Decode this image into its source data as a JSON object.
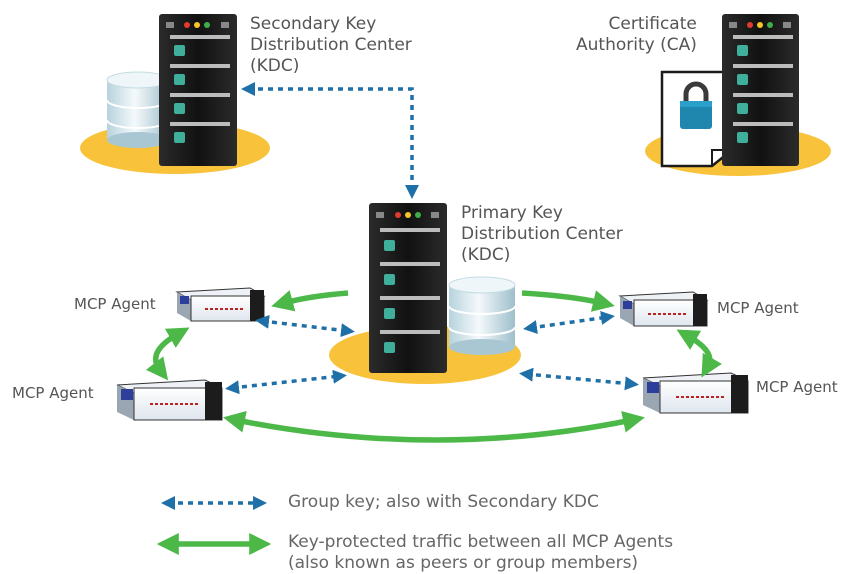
{
  "nodes": {
    "secondary_kdc": {
      "label_lines": [
        "Secondary Key",
        "Distribution Center",
        "(KDC)"
      ]
    },
    "certificate_authority": {
      "label_lines": [
        "Certificate",
        "Authority (CA)"
      ]
    },
    "primary_kdc": {
      "label_lines": [
        "Primary Key",
        "Distribution Center",
        "(KDC)"
      ]
    },
    "agent_top_left": {
      "label": "MCP Agent"
    },
    "agent_bottom_left": {
      "label": "MCP Agent"
    },
    "agent_top_right": {
      "label": "MCP Agent"
    },
    "agent_bottom_right": {
      "label": "MCP Agent"
    }
  },
  "legend": {
    "group_key": {
      "text": "Group key; also with Secondary KDC"
    },
    "traffic": {
      "text_lines": [
        "Key-protected traffic between all MCP Agents",
        "(also known as peers or group members)"
      ]
    }
  },
  "colors": {
    "group_key_arrow": "#1f6fa8",
    "traffic_arrow": "#4cb848",
    "platform": "#f8c33b",
    "server_body": "#1e1e1e",
    "led_green": "#3fae9a",
    "label_text": "#555555"
  }
}
